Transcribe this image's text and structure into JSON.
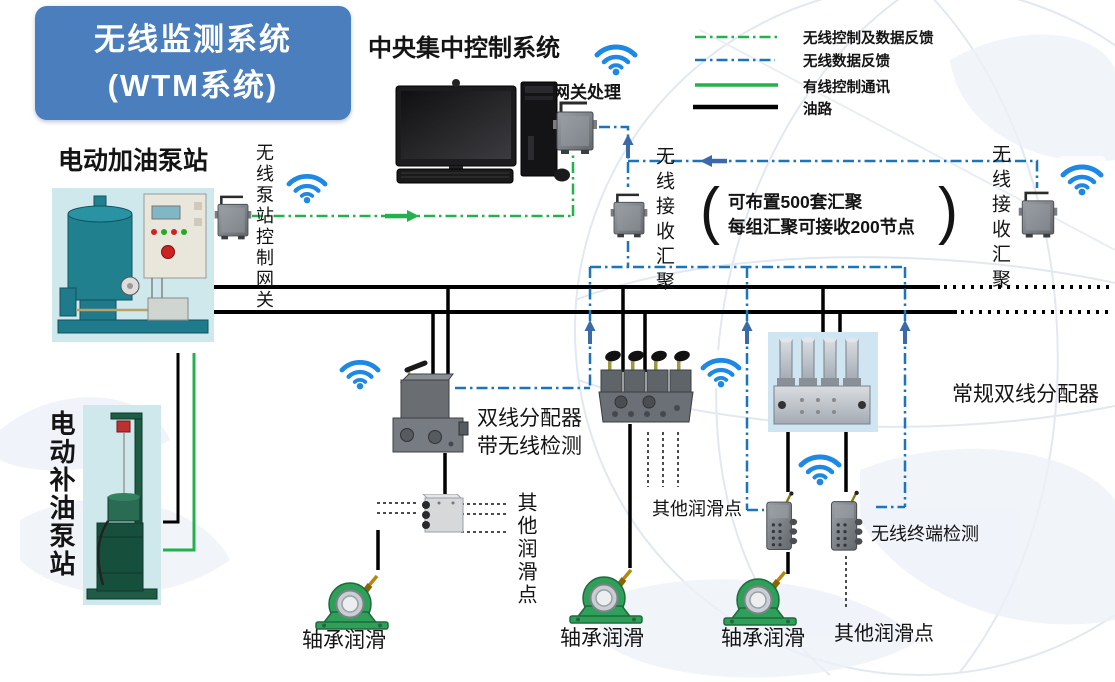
{
  "title": {
    "line1": "无线监测系统",
    "line2": "(WTM系统)"
  },
  "legend": {
    "items": [
      {
        "label": "无线控制及数据反馈",
        "style": "green-dashdot"
      },
      {
        "label": "无线数据反馈",
        "style": "blue-dashdot"
      },
      {
        "label": "有线控制通讯",
        "style": "green-solid"
      },
      {
        "label": "油路",
        "style": "black-solid"
      }
    ]
  },
  "nodes": {
    "central_system": "中央集中控制系统",
    "gateway_processing": "网关处理",
    "pump_station": "电动加油泵站",
    "pump_gateway": "无线泵站控制网关",
    "receiver_left": "无线接收汇聚",
    "receiver_right": "无线接收汇聚",
    "dual_distributor_line1": "双线分配器",
    "dual_distributor_line2": "带无线检测",
    "conventional_distributor": "常规双线分配器",
    "other_lube_left": "其他润滑点",
    "other_lube_middle": "其他润滑点",
    "other_lube_right": "其他润滑点",
    "bearing_1": "轴承润滑",
    "bearing_2": "轴承润滑",
    "bearing_3": "轴承润滑",
    "wireless_terminal": "无线终端检测",
    "replenish_pump": "电动补油泵站"
  },
  "note": {
    "bracket_open": "(",
    "line1": "可布置500套汇聚",
    "line2": "每组汇聚可接收200节点",
    "bracket_close": ")"
  },
  "icons": {
    "wifi": "wifi-signal"
  },
  "colors": {
    "title_bg": "#4a7ebc",
    "wifi_blue": "#1e88e5",
    "line_green": "#22b14c",
    "line_blue": "#1b75bc",
    "line_black": "#000000",
    "arrow_blue": "#3a6ba8",
    "device_gray": "#7c8187",
    "bearing_green": "#2fa05a",
    "image_bg_blue": "#cfe8ec"
  }
}
